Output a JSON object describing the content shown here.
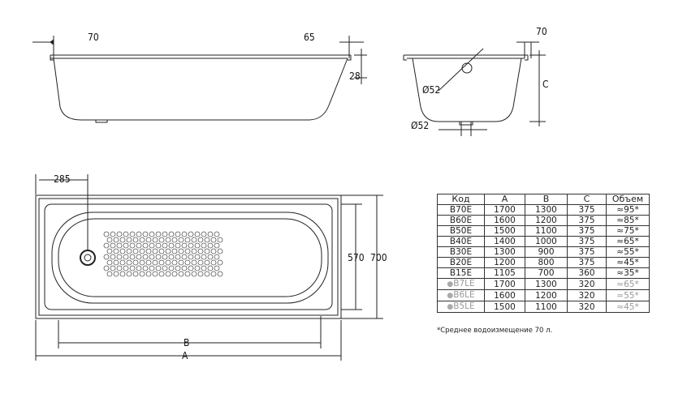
{
  "side_view": {
    "dim_left": "70",
    "dim_right": "65",
    "dim_rim": "28"
  },
  "cross_section": {
    "dim_top": "70",
    "dim_overflow": "Ø52",
    "dim_drain": "Ø52",
    "dim_height": "C"
  },
  "top_view": {
    "dim_drain_offset": "285",
    "dim_inner_width": "570",
    "dim_outer_width": "700",
    "dim_b": "B",
    "dim_a": "A"
  },
  "table": {
    "headers": [
      "Код",
      "A",
      "B",
      "C",
      "Объем"
    ],
    "rows": [
      {
        "code": "B70E",
        "a": "1700",
        "b": "1300",
        "c": "375",
        "volume": "≈95*",
        "low_variant": false
      },
      {
        "code": "B60E",
        "a": "1600",
        "b": "1200",
        "c": "375",
        "volume": "≈85*",
        "low_variant": false
      },
      {
        "code": "B50E",
        "a": "1500",
        "b": "1100",
        "c": "375",
        "volume": "≈75*",
        "low_variant": false
      },
      {
        "code": "B40E",
        "a": "1400",
        "b": "1000",
        "c": "375",
        "volume": "≈65*",
        "low_variant": false
      },
      {
        "code": "B30E",
        "a": "1300",
        "b": "900",
        "c": "375",
        "volume": "≈55*",
        "low_variant": false
      },
      {
        "code": "B20E",
        "a": "1200",
        "b": "800",
        "c": "375",
        "volume": "≈45*",
        "low_variant": false
      },
      {
        "code": "B15E",
        "a": "1105",
        "b": "700",
        "c": "360",
        "volume": "≈35*",
        "low_variant": false
      },
      {
        "code": "B7LE",
        "a": "1700",
        "b": "1300",
        "c": "320",
        "volume": "≈65*",
        "low_variant": true
      },
      {
        "code": "B6LE",
        "a": "1600",
        "b": "1200",
        "c": "320",
        "volume": "≈55*",
        "low_variant": true
      },
      {
        "code": "B5LE",
        "a": "1500",
        "b": "1100",
        "c": "320",
        "volume": "≈45*",
        "low_variant": true
      }
    ],
    "footnote": "*Среднее водоизмещение 70 л."
  },
  "colors": {
    "line": "#222222",
    "faded": "#999999"
  }
}
